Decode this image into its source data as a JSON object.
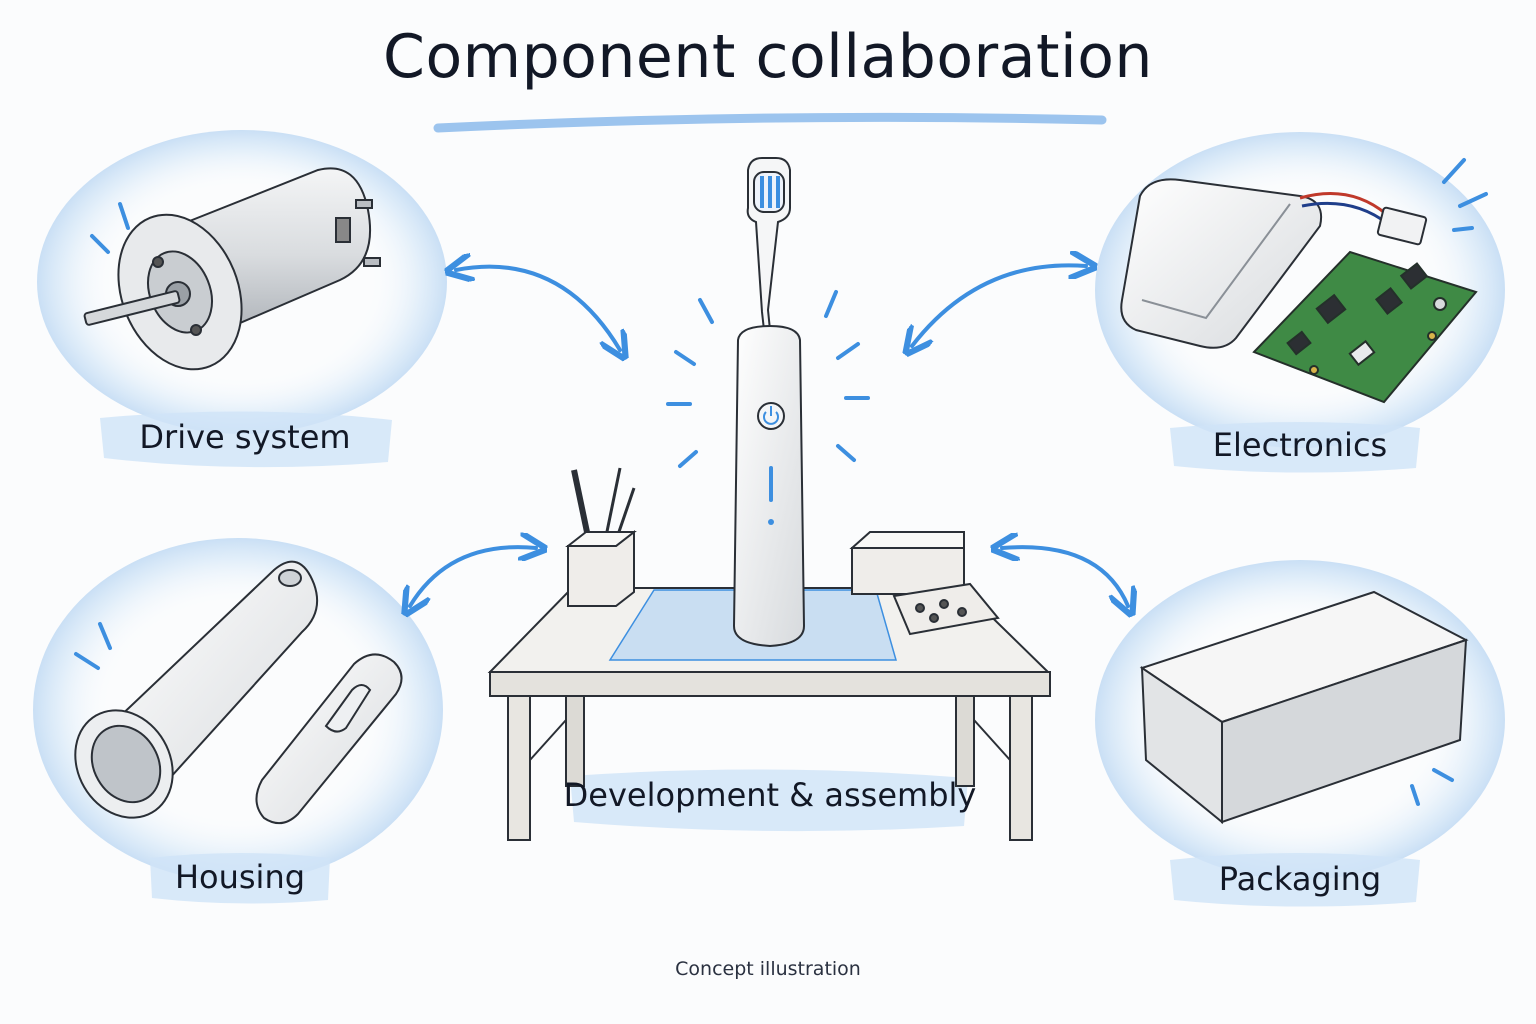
{
  "title": "Component collaboration",
  "center_label": "Development & assembly",
  "components": [
    {
      "id": "drive",
      "label": "Drive system"
    },
    {
      "id": "electronics",
      "label": "Electronics"
    },
    {
      "id": "housing",
      "label": "Housing"
    },
    {
      "id": "packaging",
      "label": "Packaging"
    }
  ],
  "caption": "Concept illustration",
  "colors": {
    "accent": "#3d8fe0",
    "wash": "#d6e8f8",
    "ink": "#121826",
    "pcb": "#3f8a45",
    "mat": "#c9def2"
  }
}
